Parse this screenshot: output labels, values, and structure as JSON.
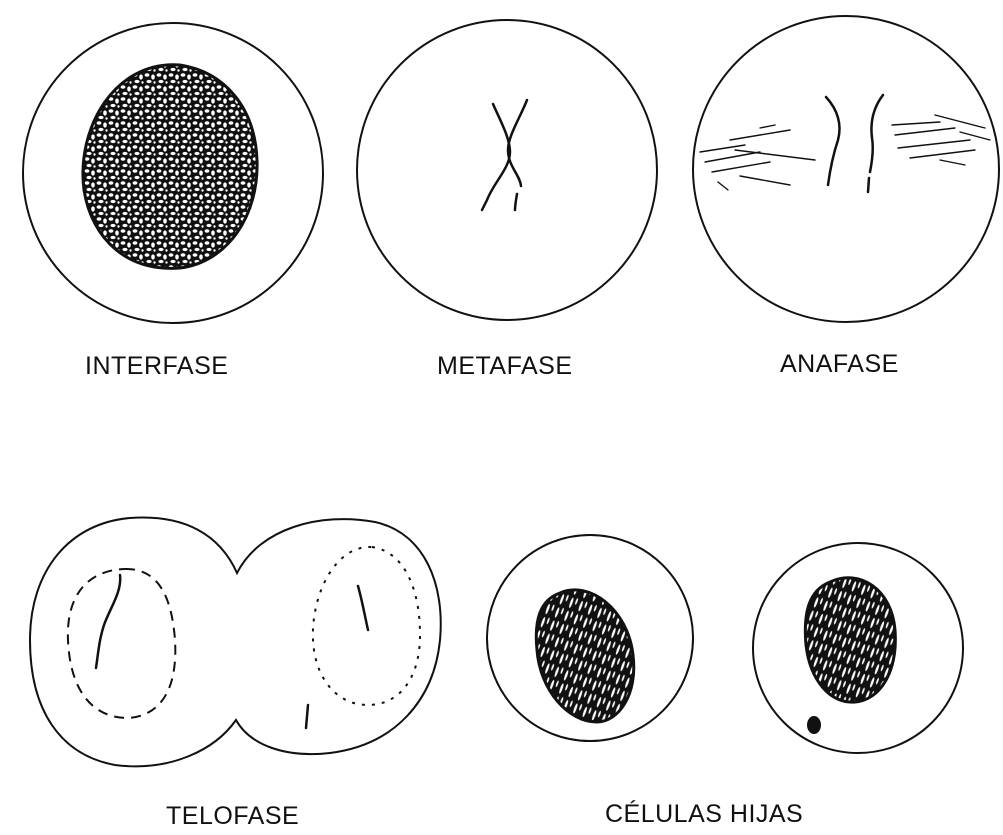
{
  "labels": {
    "interfase": "INTERFASE",
    "metafase": "METAFASE",
    "anafase": "ANAFASE",
    "telofase": "TELOFASE",
    "celulas_hijas": "CÉLULAS HIJAS"
  },
  "colors": {
    "ink": "#111111",
    "background": "#ffffff"
  }
}
